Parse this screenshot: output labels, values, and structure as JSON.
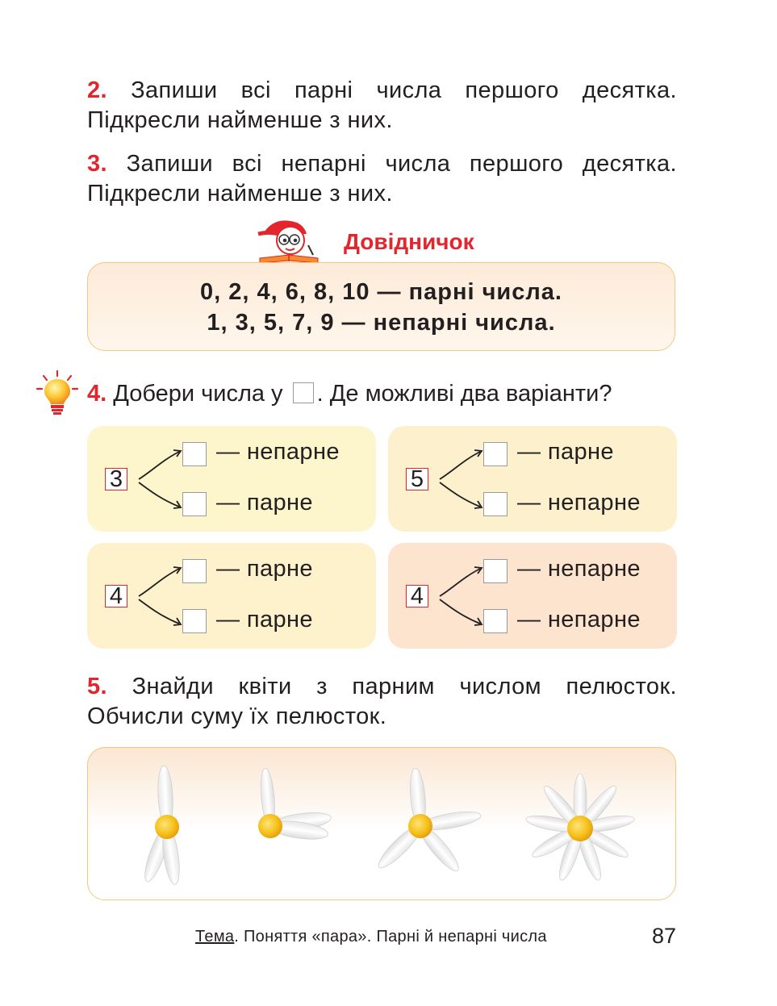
{
  "task2": {
    "number": "2.",
    "line1": "Запиши всі парні числа першого десятка.",
    "line2": "Підкресли найменше з них."
  },
  "task3": {
    "number": "3.",
    "line1": "Запиши всі непарні числа першого десятка.",
    "line2": "Підкресли найменше з них."
  },
  "reference": {
    "title": "Довідничок",
    "line1": "0, 2, 4, 6, 8, 10 — парні числа.",
    "line2": "1, 3, 5, 7, 9 — непарні числа."
  },
  "task4": {
    "number": "4.",
    "text_before": "Добери числа у",
    "text_after": ". Де  можливі два варіанти?",
    "panels": [
      {
        "start": "3",
        "top_label": "— непарне",
        "bottom_label": "— парне",
        "bg": "#fdf5cc"
      },
      {
        "start": "5",
        "top_label": "— парне",
        "bottom_label": "— непарне",
        "bg": "#fdf1cd"
      },
      {
        "start": "4",
        "top_label": "— парне",
        "bottom_label": "— парне",
        "bg": "#fdf2cc"
      },
      {
        "start": "4",
        "top_label": "— непарне",
        "bottom_label": "— непарне",
        "bg": "#fde4cf"
      }
    ]
  },
  "task5": {
    "number": "5.",
    "line1": "Знайди квіти з парним числом пелюсток.",
    "line2": "Обчисли суму їх пелюсток."
  },
  "flowers": {
    "petal_counts": [
      3,
      3,
      4,
      9
    ]
  },
  "footer": {
    "topic_label": "Тема",
    "topic_text": ". Поняття «пара». Парні й непарні числа",
    "page_number": "87"
  },
  "colors": {
    "accent_red": "#e3262d",
    "box_border": "#f3c77f",
    "flower_center": "#f6c21b"
  }
}
